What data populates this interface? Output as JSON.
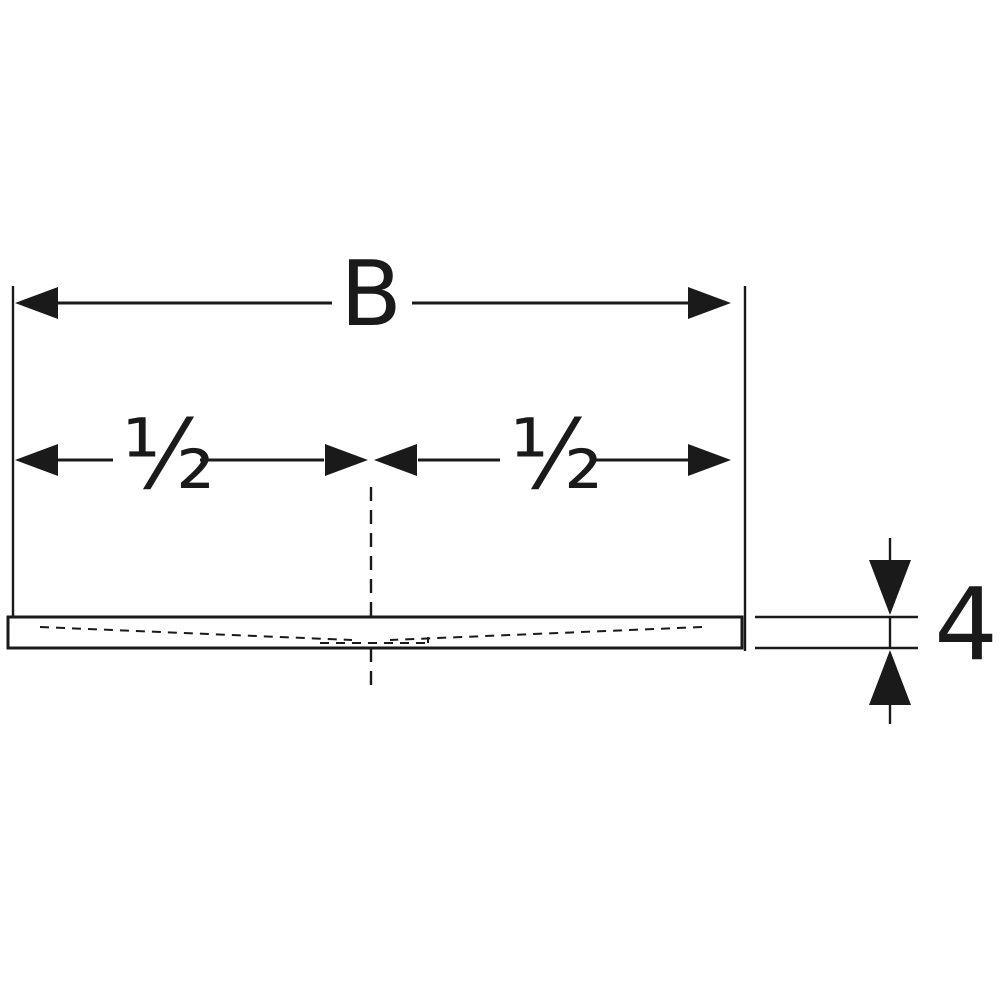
{
  "diagram": {
    "type": "technical-drawing",
    "colors": {
      "line": "#1a1a1a",
      "background": "#ffffff"
    },
    "dimensions": {
      "width_label": "B",
      "half_left_label": "½",
      "half_right_label": "½",
      "thickness_label": "4"
    }
  }
}
